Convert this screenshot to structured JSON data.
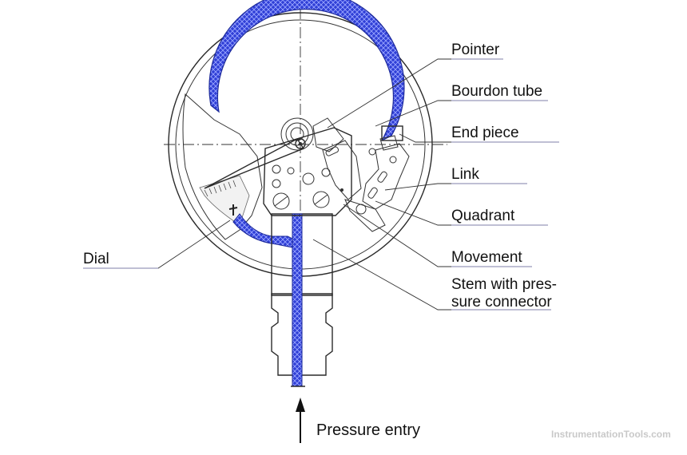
{
  "labels": {
    "pointer": "Pointer",
    "bourdon_tube": "Bourdon tube",
    "end_piece": "End piece",
    "link": "Link",
    "quadrant": "Quadrant",
    "movement": "Movement",
    "stem_line1": "Stem with pres-",
    "stem_line2": "sure connector",
    "dial": "Dial",
    "pressure_entry": "Pressure entry"
  },
  "watermark": "InstrumentationTools.com",
  "colors": {
    "tube_fill": "#2f3fd6",
    "tube_mesh": "#9aa6ff",
    "line": "#2a2a2a",
    "label_underline": "#7f7faa",
    "watermark": "#c9c9c9"
  }
}
